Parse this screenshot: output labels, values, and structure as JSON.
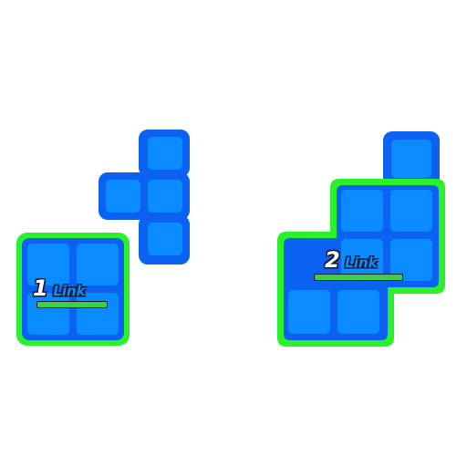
{
  "colors": {
    "block_fill": "#0a8bff",
    "block_border": "#0b62f0",
    "link_outline": "#29f22a",
    "text_outline": "#1a1a2e",
    "bar": "#3ad14a"
  },
  "links": [
    {
      "number": "1",
      "word": "Link"
    },
    {
      "number": "2",
      "word": "Link"
    }
  ]
}
